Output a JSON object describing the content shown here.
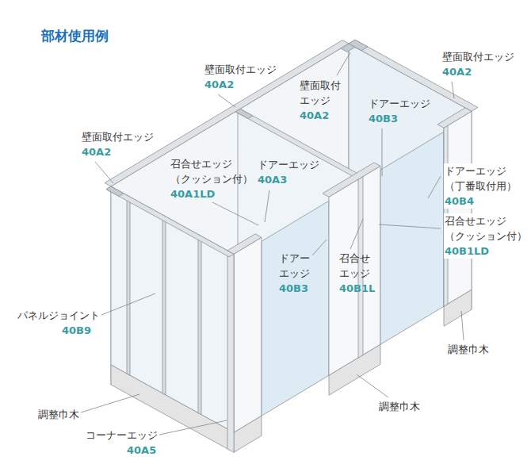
{
  "diagram": {
    "title": "部材使用例",
    "labels": [
      "壁面取付エッジ",
      "40A2",
      "壁面取付エッジ",
      "40A2",
      "壁面取付 エッジ",
      "40A2",
      "ドアーエッジ",
      "40B3",
      "壁面取付エッジ",
      "40A2",
      "召合せエッジ （クッション付）",
      "40A1LD",
      "ドアーエッジ",
      "40A3",
      "ドアーエッジ （丁番取付用）",
      "40B4",
      "召合せエッジ （クッション付）",
      "40B1LD",
      "ドアー エッジ",
      "40B3",
      "召合せ エッジ",
      "40B1L",
      "パネルジョイント",
      "40B9",
      "調整巾木",
      "調整巾木",
      "調整巾木",
      "コーナーエッジ",
      "40A5"
    ]
  }
}
